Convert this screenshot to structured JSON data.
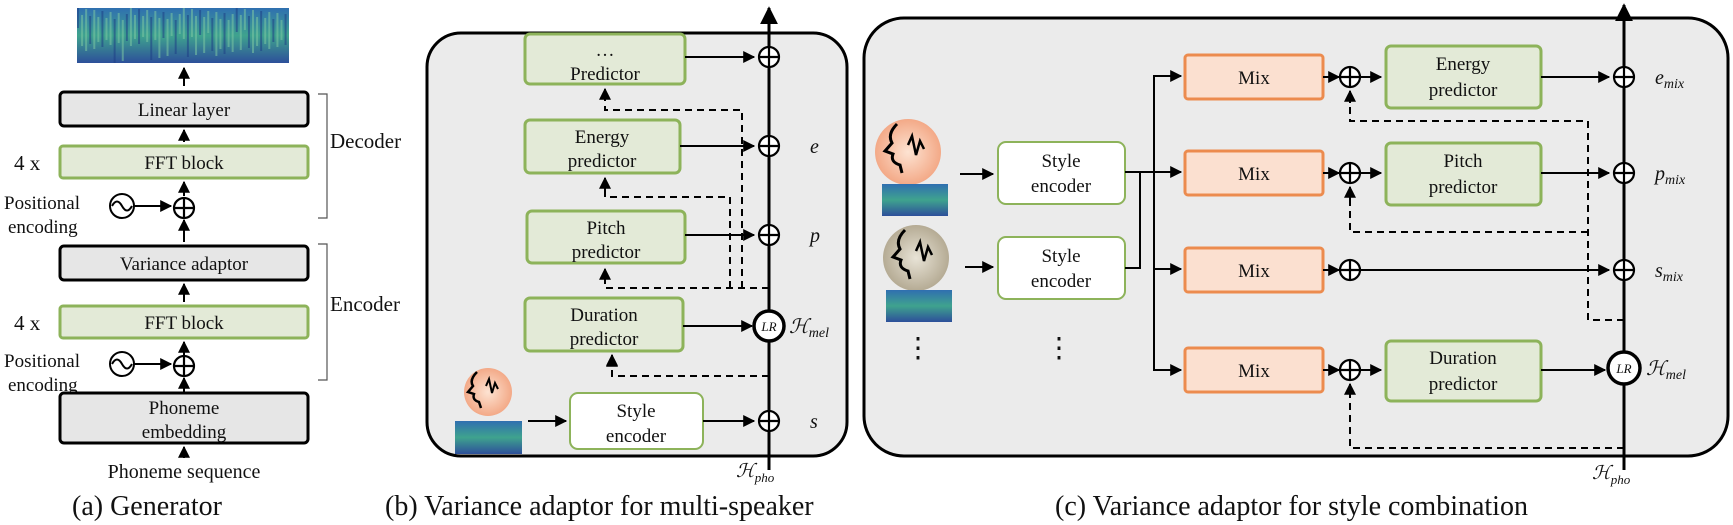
{
  "colors": {
    "panel_fill": "#ebebeb",
    "green_stroke": "#8db35a",
    "green_fill": "#e3ead7",
    "orange_stroke": "#ec8b4e",
    "orange_fill": "#fbe0d0",
    "gray_box_fill": "#e6e6e6",
    "line": "#000000"
  },
  "panel_a": {
    "caption": "(a) Generator",
    "linear_layer": "Linear layer",
    "fft_block_top": "FFT block",
    "fft_block_bottom": "FFT block",
    "variance_adaptor": "Variance adaptor",
    "phoneme_embedding_line1": "Phoneme",
    "phoneme_embedding_line2": "embedding",
    "phoneme_sequence": "Phoneme sequence",
    "repeat_top": "4 x",
    "repeat_bottom": "4 x",
    "pos_enc_top_line1": "Positional",
    "pos_enc_top_line2": "encoding",
    "pos_enc_bottom_line1": "Positional",
    "pos_enc_bottom_line2": "encoding",
    "decoder": "Decoder",
    "encoder": "Encoder"
  },
  "panel_b": {
    "caption": "(b) Variance adaptor for multi-speaker",
    "dots_predictor_line1": "…",
    "dots_predictor_line2": "Predictor",
    "energy_line1": "Energy",
    "energy_line2": "predictor",
    "pitch_line1": "Pitch",
    "pitch_line2": "predictor",
    "duration_line1": "Duration",
    "duration_line2": "predictor",
    "style_line1": "Style",
    "style_line2": "encoder",
    "label_e": "e",
    "label_p": "p",
    "label_s": "s",
    "h_mel": "ℋ",
    "h_mel_sub": "mel",
    "h_pho": "ℋ",
    "h_pho_sub": "pho",
    "lr": "LR"
  },
  "panel_c": {
    "caption": "(c) Variance adaptor for style combination",
    "mix": "Mix",
    "style_line1": "Style",
    "style_line2": "encoder",
    "energy_line1": "Energy",
    "energy_line2": "predictor",
    "pitch_line1": "Pitch",
    "pitch_line2": "predictor",
    "duration_line1": "Duration",
    "duration_line2": "predictor",
    "e_mix": "e",
    "p_mix": "p",
    "s_mix": "s",
    "mix_sub": "mix",
    "h_mel": "ℋ",
    "h_mel_sub": "mel",
    "h_pho": "ℋ",
    "h_pho_sub": "pho",
    "lr": "LR",
    "vdots": "⋮"
  }
}
